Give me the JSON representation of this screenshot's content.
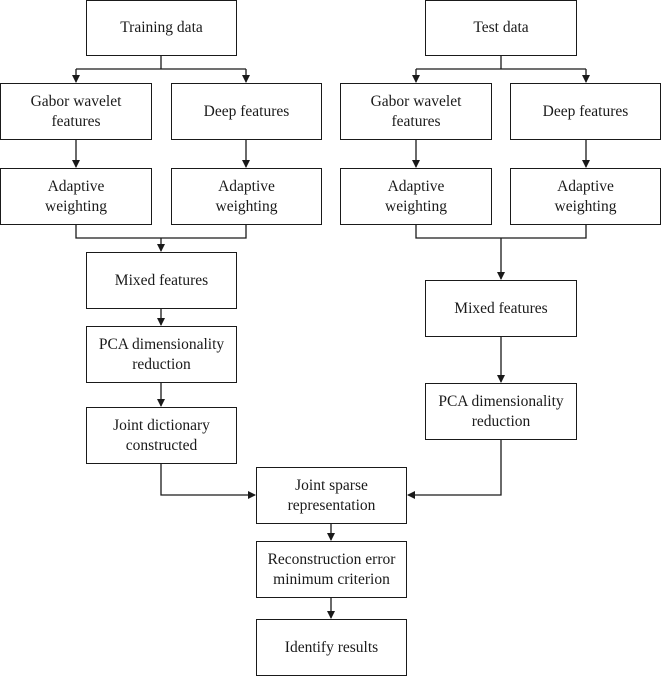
{
  "nodes": {
    "training_data": [
      "Training data"
    ],
    "test_data": [
      "Test data"
    ],
    "train_gabor": [
      "Gabor wavelet",
      "features"
    ],
    "train_deep": [
      "Deep features"
    ],
    "test_gabor": [
      "Gabor wavelet",
      "features"
    ],
    "test_deep": [
      "Deep features"
    ],
    "train_aw1": [
      "Adaptive",
      "weighting"
    ],
    "train_aw2": [
      "Adaptive",
      "weighting"
    ],
    "test_aw1": [
      "Adaptive",
      "weighting"
    ],
    "test_aw2": [
      "Adaptive",
      "weighting"
    ],
    "train_mixed": [
      "Mixed features"
    ],
    "test_mixed": [
      "Mixed features"
    ],
    "train_pca": [
      "PCA dimensionality",
      "reduction"
    ],
    "test_pca": [
      "PCA dimensionality",
      "reduction"
    ],
    "joint_dict": [
      "Joint dictionary",
      "constructed"
    ],
    "joint_sparse": [
      "Joint sparse",
      "representation"
    ],
    "recon": [
      "Reconstruction error",
      "minimum criterion"
    ],
    "identify": [
      "Identify results"
    ]
  },
  "colors": {
    "stroke": "#1a1a1a",
    "fill": "#ffffff"
  }
}
